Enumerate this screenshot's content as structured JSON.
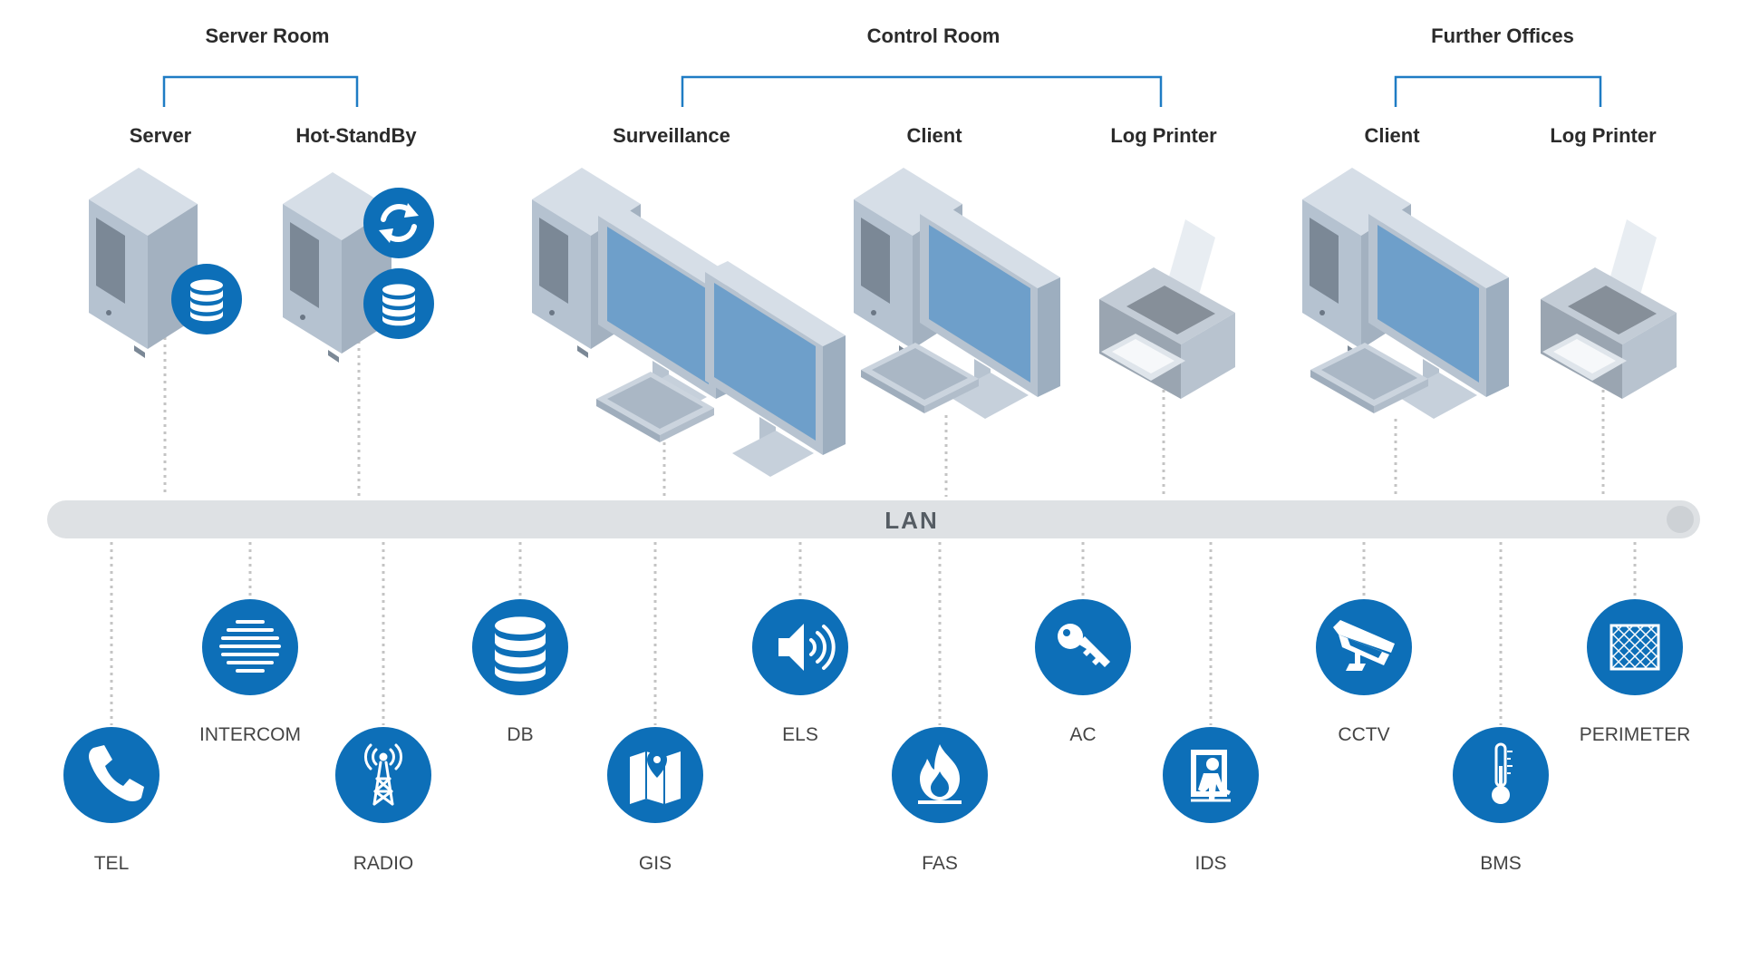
{
  "groups": {
    "server_room": "Server Room",
    "control_room": "Control Room",
    "further_offices": "Further Offices"
  },
  "devices": {
    "server": "Server",
    "hot_standby": "Hot-StandBy",
    "surveillance": "Surveillance",
    "control_client": "Client",
    "control_log_printer": "Log Printer",
    "office_client": "Client",
    "office_log_printer": "Log Printer"
  },
  "network": {
    "label": "LAN"
  },
  "systems": {
    "tel": "TEL",
    "intercom": "INTERCOM",
    "radio": "RADIO",
    "db": "DB",
    "gis": "GIS",
    "els": "ELS",
    "fas": "FAS",
    "ac": "AC",
    "ids": "IDS",
    "cctv": "CCTV",
    "bms": "BMS",
    "perimeter": "PERIMETER"
  },
  "icons": {
    "server": "database-icon",
    "hot_standby_sync": "sync-icon",
    "hot_standby_db": "database-icon",
    "tel": "phone-icon",
    "intercom": "speaker-grille-icon",
    "radio": "radio-tower-icon",
    "db": "database-icon",
    "gis": "map-pin-icon",
    "els": "loudspeaker-icon",
    "fas": "fire-icon",
    "ac": "key-icon",
    "ids": "intruder-icon",
    "cctv": "security-camera-icon",
    "bms": "thermometer-icon",
    "perimeter": "fence-icon"
  },
  "colors": {
    "accent_blue": "#0d6fb8",
    "bracket_blue": "#1f7cc4",
    "lan_bar": "#dee1e4",
    "device_gray": "#b9c5d2",
    "screen_blue": "#6e9fca",
    "dotted_line": "#c4c4c4",
    "text": "#2b2b2b"
  }
}
